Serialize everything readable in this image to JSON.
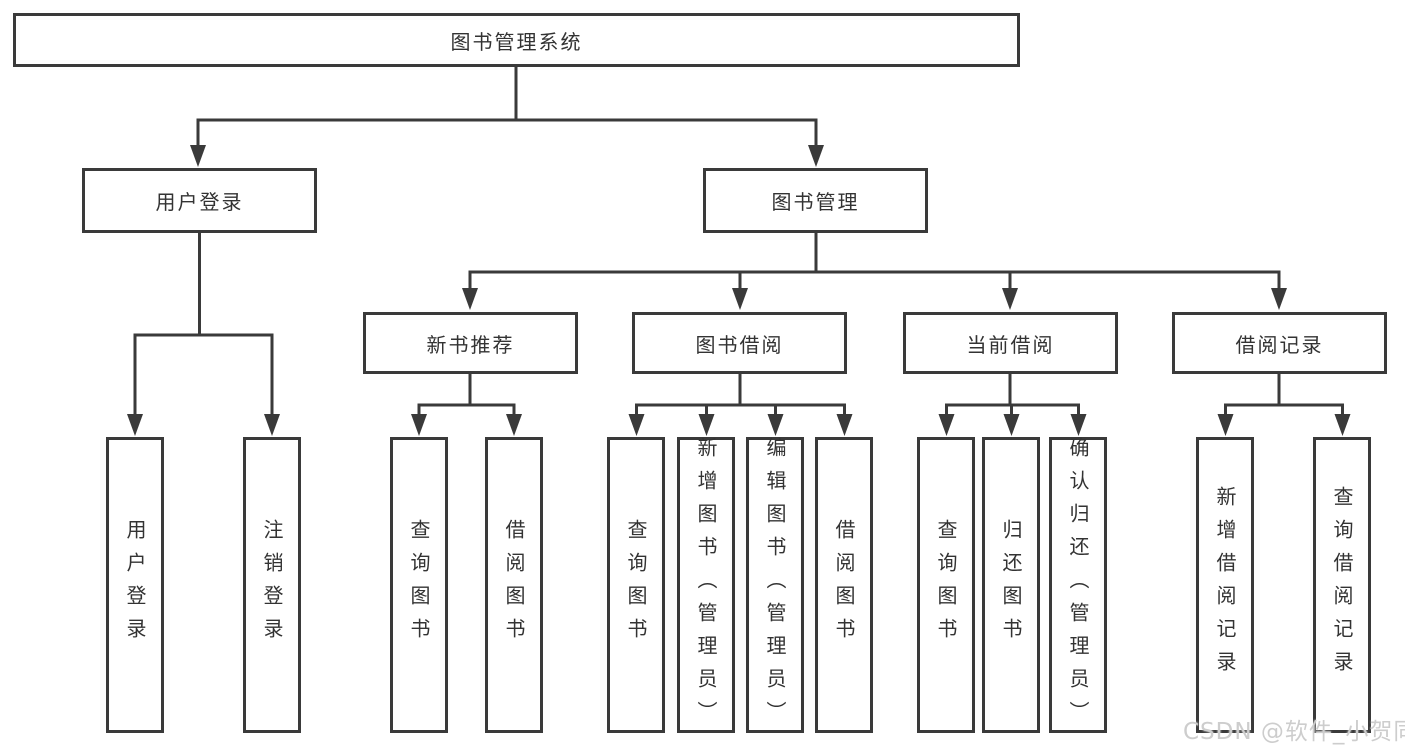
{
  "tree": {
    "root": {
      "label": "图书管理系统"
    },
    "children": [
      {
        "label": "用户登录",
        "children": [
          {
            "label": "用户登录"
          },
          {
            "label": "注销登录"
          }
        ]
      },
      {
        "label": "图书管理",
        "children": [
          {
            "label": "新书推荐",
            "children": [
              {
                "label": "查询图书"
              },
              {
                "label": "借阅图书"
              }
            ]
          },
          {
            "label": "图书借阅",
            "children": [
              {
                "label": "查询图书"
              },
              {
                "label": "新增图书（管理员）"
              },
              {
                "label": "编辑图书（管理员）"
              },
              {
                "label": "借阅图书"
              }
            ]
          },
          {
            "label": "当前借阅",
            "children": [
              {
                "label": "查询图书"
              },
              {
                "label": "归还图书"
              },
              {
                "label": "确认归还（管理员）"
              }
            ]
          },
          {
            "label": "借阅记录",
            "children": [
              {
                "label": "新增借阅记录"
              },
              {
                "label": "查询借阅记录"
              }
            ]
          }
        ]
      }
    ]
  },
  "watermark": {
    "text": "CSDN @软件_小贺同学"
  },
  "colors": {
    "line": "#3a3a3a",
    "text": "#333333",
    "background": "#ffffff",
    "watermark": "#cdcdcd"
  }
}
